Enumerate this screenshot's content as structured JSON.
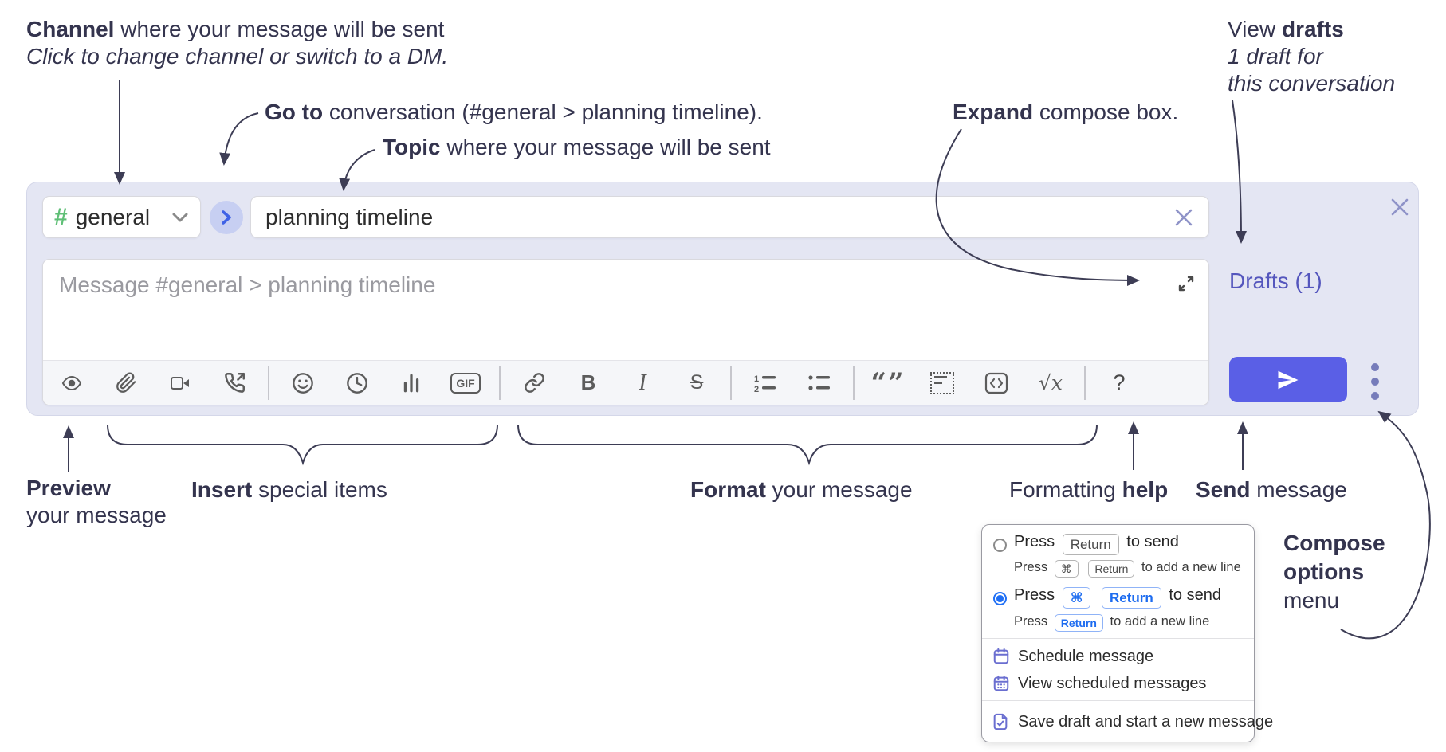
{
  "colors": {
    "annotation_text": "#34344e",
    "compose_background": "#e4e6f3",
    "hash_green": "#5fbf76",
    "goto_circle": "#c7cff2",
    "goto_chevron_blue": "#3f62e6",
    "drafts_link": "#5456bd",
    "send_button": "#5a5fe6",
    "radio_selected_blue": "#1f6ff5",
    "menu_icon_purple": "#6a6ed0",
    "toolbar_icon_gray": "#5c5c5c"
  },
  "annotations": {
    "channel": {
      "bold": "Channel",
      "rest": " where your message will be sent",
      "line2": "Click to change channel or switch to a DM."
    },
    "goto": {
      "bold": "Go to",
      "rest": " conversation (#general > planning timeline)."
    },
    "topic": {
      "bold": "Topic",
      "rest": " where your message will be sent"
    },
    "expand": {
      "bold": "Expand",
      "rest": " compose box."
    },
    "view_drafts": {
      "pre": "View ",
      "bold": "drafts",
      "line2": "1 draft for",
      "line3": "this conversation"
    },
    "preview": {
      "bold": "Preview",
      "line2": "your message"
    },
    "insert": {
      "bold": "Insert",
      "rest": " special items"
    },
    "format": {
      "bold": "Format",
      "rest": " your message"
    },
    "formatting_help": {
      "pre": "Formatting ",
      "bold": "help"
    },
    "send": {
      "bold": "Send",
      "rest": " message"
    },
    "compose_options": {
      "line1": "Compose",
      "line2": "options",
      "line3": "menu"
    }
  },
  "compose": {
    "channel_hash": "#",
    "channel_name": "general",
    "topic_value": "planning timeline",
    "message_placeholder": "Message #general > planning timeline",
    "drafts_link": "Drafts (1)"
  },
  "toolbar": {
    "bold_glyph": "B",
    "italic_glyph": "I",
    "strike_glyph": "S",
    "gif_label": "GIF",
    "quote_glyph": "“”",
    "math_glyph": "√x",
    "help_glyph": "?"
  },
  "menu": {
    "option1": {
      "pre": "Press",
      "key": "Return",
      "post": "to send",
      "sub_pre": "Press",
      "sub_key_cmd": "⌘",
      "sub_key_return": "Return",
      "sub_post": "to add a new line"
    },
    "option2": {
      "pre": "Press",
      "key_cmd": "⌘",
      "key_return": "Return",
      "post": "to send",
      "sub_pre": "Press",
      "sub_key_return": "Return",
      "sub_post": "to add a new line"
    },
    "items": [
      {
        "label": "Schedule message"
      },
      {
        "label": "View scheduled messages"
      },
      {
        "label": "Save draft and start a new message"
      }
    ]
  }
}
